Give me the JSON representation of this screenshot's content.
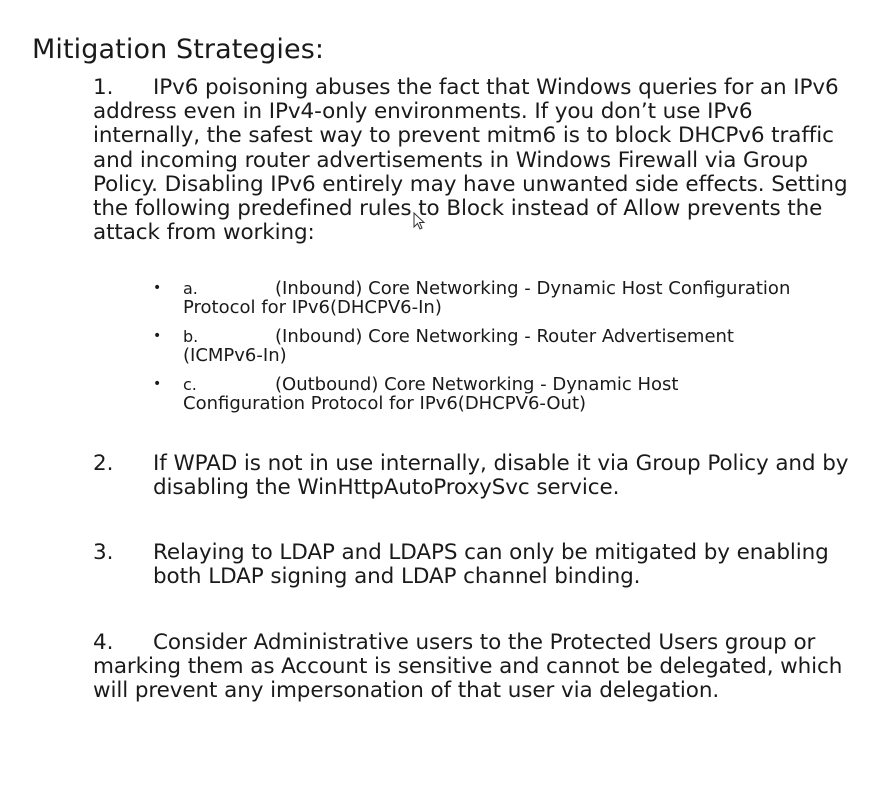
{
  "title": "Mitigation Strategies:",
  "item1": {
    "number": "1.",
    "first_line": "IPv6 poisoning abuses the fact that Windows queries for",
    "rest": "an IPv6 address even in IPv4-only environments. If you don’t use IPv6 internally, the safest way to prevent mitm6 is to block DHCPv6 traffic and incoming router advertisements in Windows Firewall via Group Policy. Disabling IPv6 entirely may have unwanted side effects. Setting the following predefined rules to Block instead of Allow prevents the attack from working:",
    "subitems": [
      {
        "letter": "a.",
        "text_first": "(Inbound) Core Networking - Dynamic Host Configuration",
        "text_rest": "Protocol for IPv6(DHCPV6-In)"
      },
      {
        "letter": "b.",
        "text_first": "(Inbound) Core Networking - Router Advertisement",
        "text_rest": "(ICMPv6-In)"
      },
      {
        "letter": "c.",
        "text_first": "(Outbound) Core Networking - Dynamic Host",
        "text_rest": "Configuration Protocol for IPv6(DHCPV6-Out)"
      }
    ]
  },
  "item2": {
    "number": "2.",
    "text": "If WPAD is not in use internally, disable it via Group Policy and by disabling the WinHttpAutoProxySvc service."
  },
  "item3": {
    "number": "3.",
    "text": "Relaying to LDAP and LDAPS can only be mitigated by enabling both LDAP signing and LDAP channel binding."
  },
  "item4": {
    "number": "4.",
    "first_line": "Consider Administrative users to the Protected Users",
    "rest": "group or marking them as Account is sensitive and cannot be delegated, which will prevent any impersonation of that user via delegation."
  }
}
